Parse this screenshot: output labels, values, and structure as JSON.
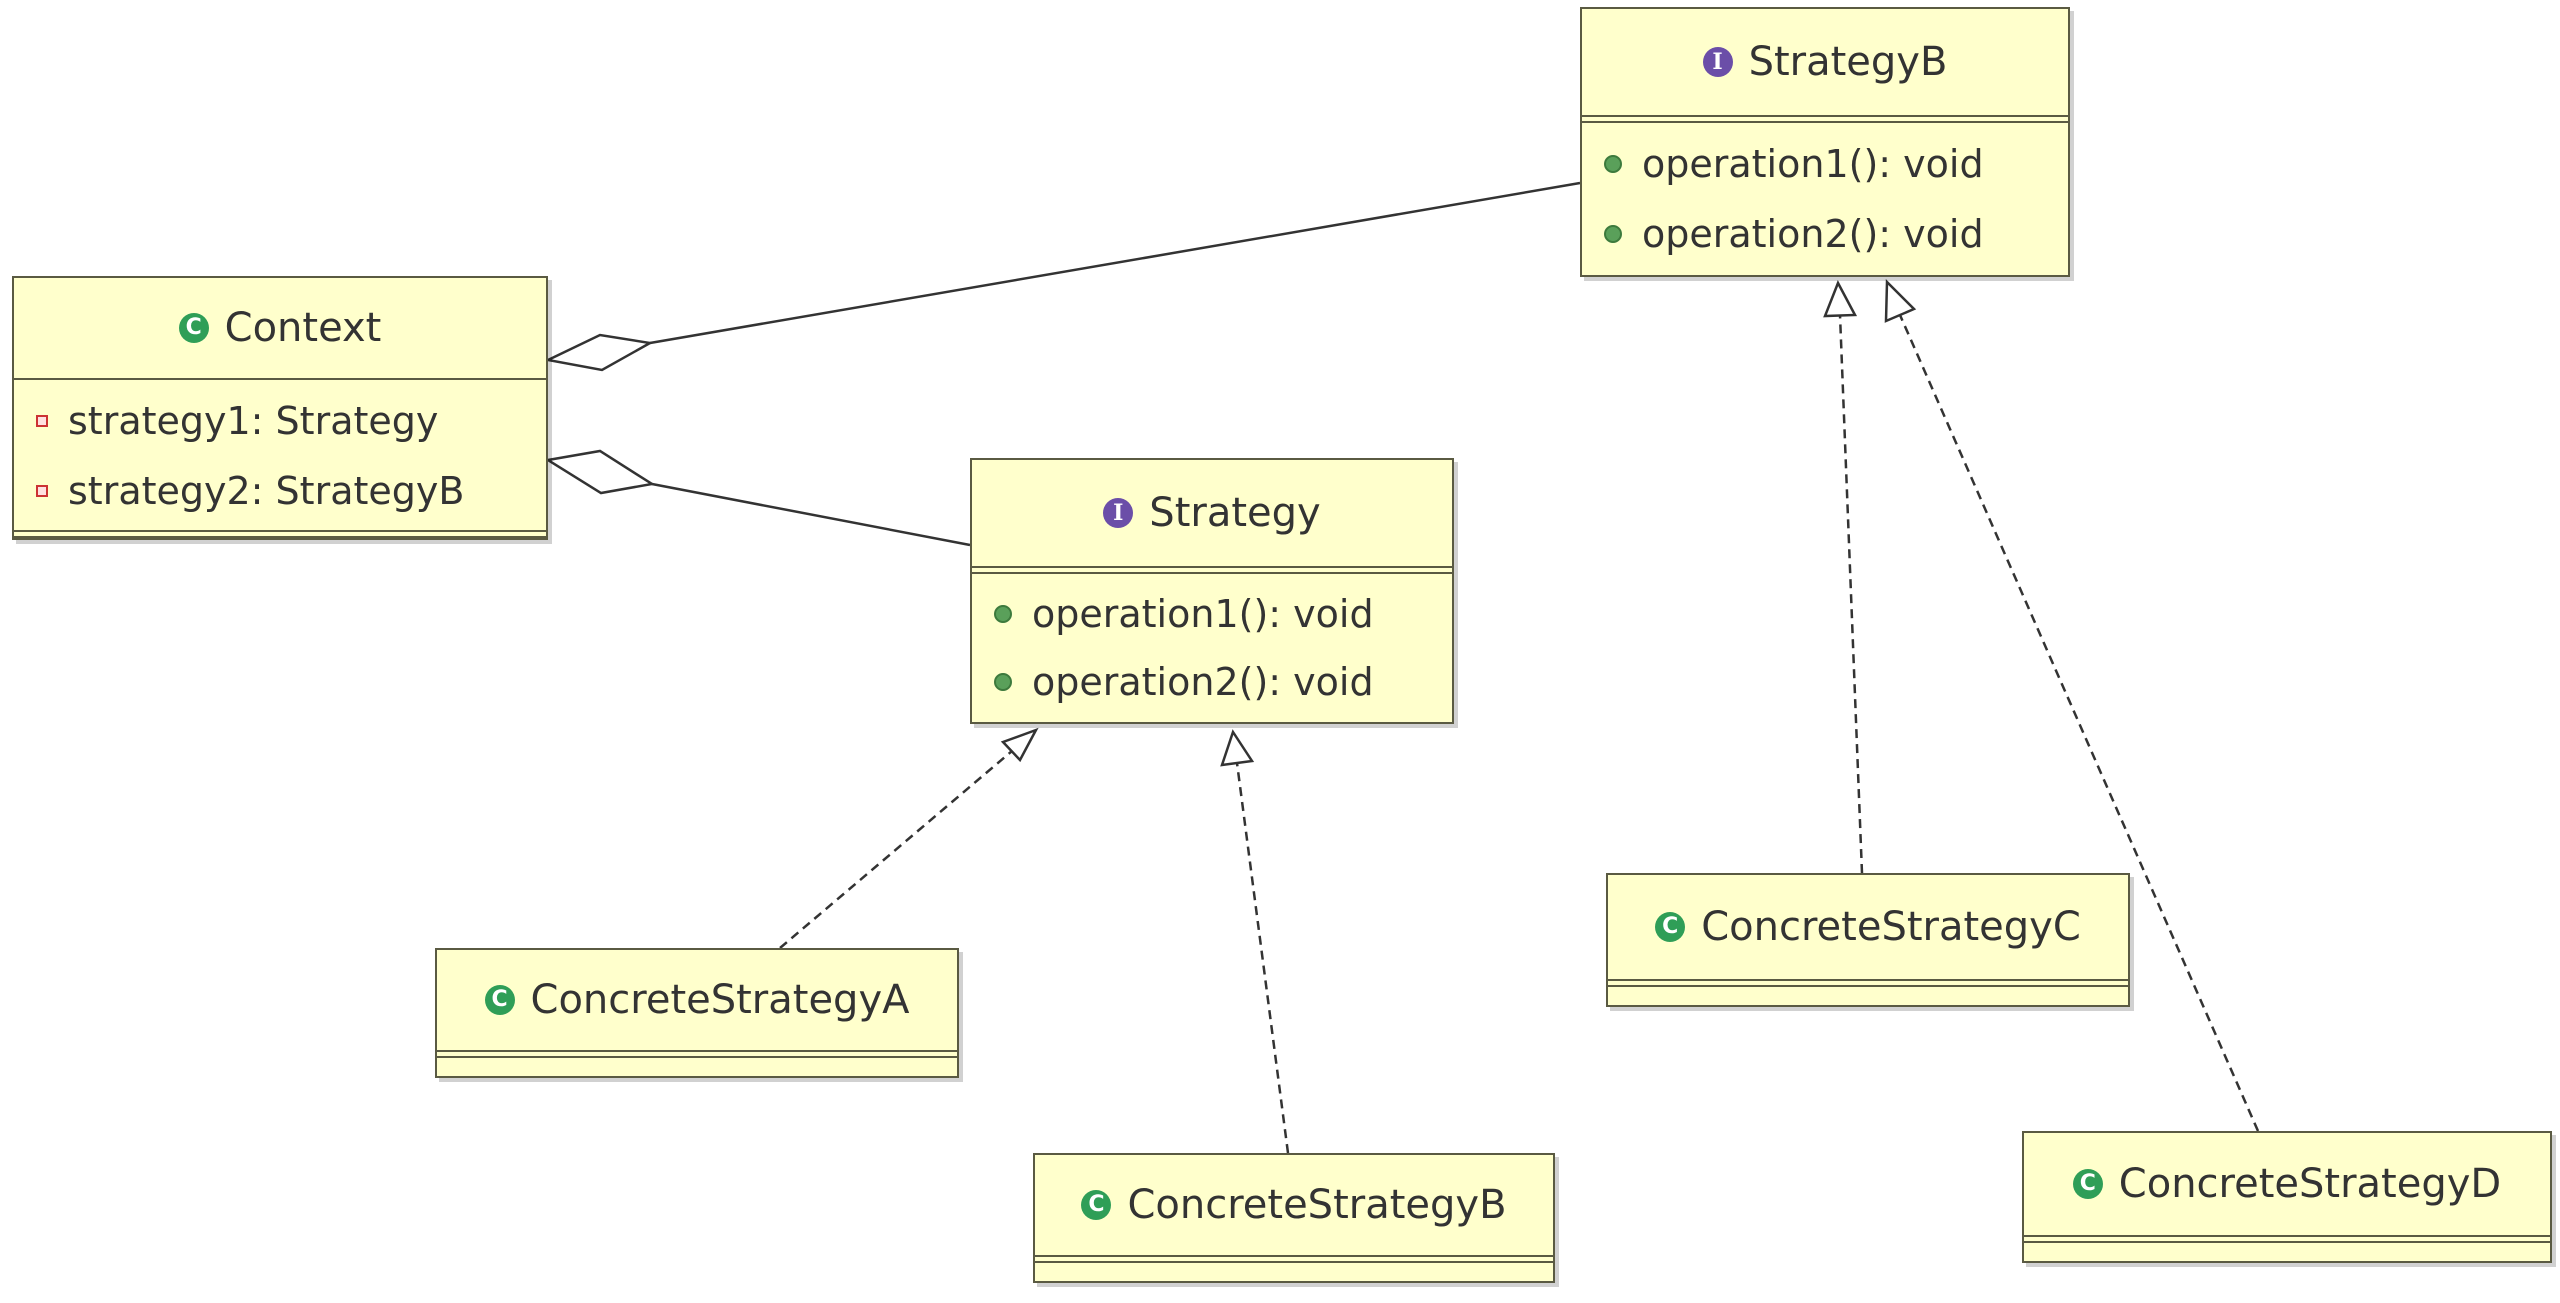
{
  "classes": {
    "context": {
      "kind": "class",
      "name": "Context",
      "fields": [
        "strategy1: Strategy",
        "strategy2: StrategyB"
      ]
    },
    "strategy": {
      "kind": "interface",
      "name": "Strategy",
      "methods": [
        "operation1(): void",
        "operation2(): void"
      ]
    },
    "strategy_b": {
      "kind": "interface",
      "name": "StrategyB",
      "methods": [
        "operation1(): void",
        "operation2(): void"
      ]
    },
    "concrete_a": {
      "kind": "class",
      "name": "ConcreteStrategyA"
    },
    "concrete_b": {
      "kind": "class",
      "name": "ConcreteStrategyB"
    },
    "concrete_c": {
      "kind": "class",
      "name": "ConcreteStrategyC"
    },
    "concrete_d": {
      "kind": "class",
      "name": "ConcreteStrategyD"
    }
  },
  "badges": {
    "class_letter": "C",
    "interface_letter": "I"
  },
  "relationships": [
    {
      "type": "aggregation",
      "from": "Context",
      "to": "StrategyB"
    },
    {
      "type": "aggregation",
      "from": "Context",
      "to": "Strategy"
    },
    {
      "type": "realization",
      "from": "ConcreteStrategyA",
      "to": "Strategy"
    },
    {
      "type": "realization",
      "from": "ConcreteStrategyB",
      "to": "Strategy"
    },
    {
      "type": "realization",
      "from": "ConcreteStrategyC",
      "to": "StrategyB"
    },
    {
      "type": "realization",
      "from": "ConcreteStrategyD",
      "to": "StrategyB"
    }
  ],
  "colors": {
    "box_fill": "#ffffcc",
    "box_border": "#5a5a42",
    "class_badge": "#2f9e57",
    "interface_badge": "#6b4ea8",
    "public_dot": "#5aa05a",
    "private_marker": "#cc3333",
    "line": "#333333"
  }
}
